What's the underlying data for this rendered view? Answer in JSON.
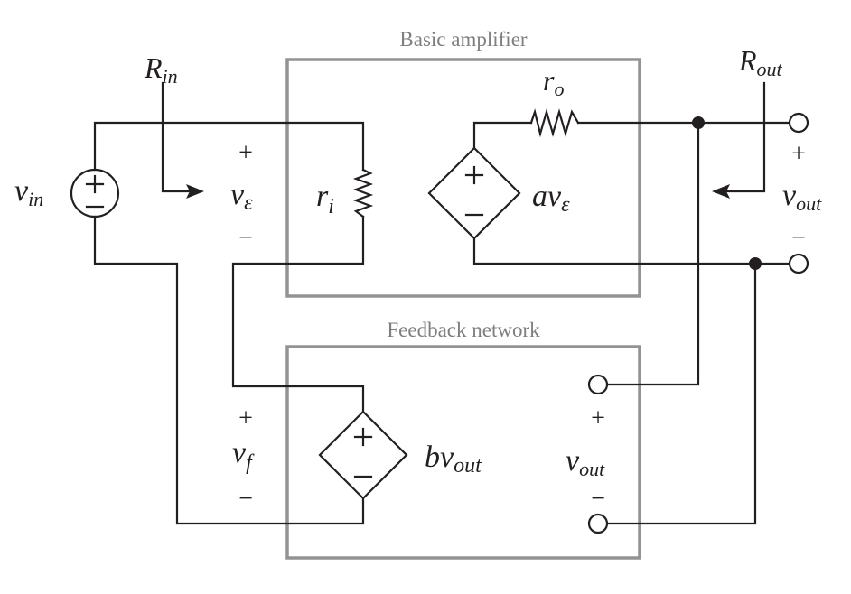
{
  "blocks": {
    "amplifier_title": "Basic amplifier",
    "feedback_title": "Feedback network"
  },
  "labels": {
    "r_in": {
      "main": "R",
      "sub": "in"
    },
    "r_out": {
      "main": "R",
      "sub": "out"
    },
    "v_in": {
      "main": "v",
      "sub": "in"
    },
    "v_eps": {
      "main": "v",
      "sub": "ε"
    },
    "r_i": {
      "main": "r",
      "sub": "i"
    },
    "r_o": {
      "main": "r",
      "sub": "o"
    },
    "a_v_eps": {
      "main": "av",
      "sub": "ε"
    },
    "v_out_top": {
      "main": "v",
      "sub": "out"
    },
    "v_f": {
      "main": "v",
      "sub": "f"
    },
    "b_v_out": {
      "main": "bv",
      "sub": "out"
    },
    "v_out_fb": {
      "main": "v",
      "sub": "out"
    }
  },
  "signs": {
    "plus": "+",
    "minus": "−"
  }
}
